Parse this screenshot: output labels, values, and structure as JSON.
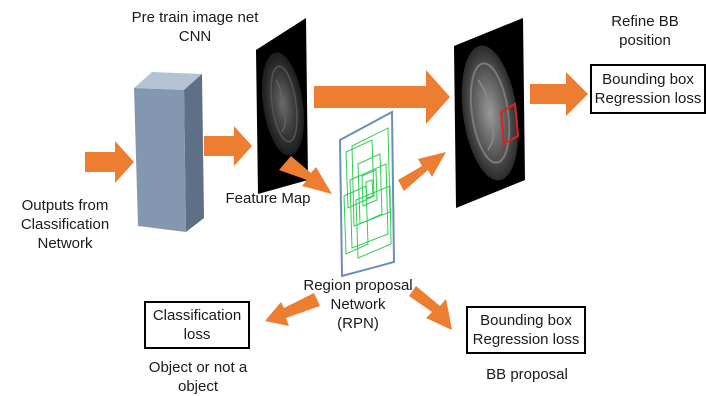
{
  "labels": {
    "pretrain_line1": "Pre train image net",
    "pretrain_line2": "CNN",
    "refine_line1": "Refine BB",
    "refine_line2": "position",
    "outputs_line1": "Outputs from",
    "outputs_line2": "Classification",
    "outputs_line3": "Network",
    "feature_map": "Feature Map",
    "rpn_line1": "Region proposal",
    "rpn_line2": "Network",
    "rpn_line3": "(RPN)",
    "object_line1": "Object or not a",
    "object_line2": "object",
    "bb_proposal": "BB proposal"
  },
  "boxes": {
    "bbox_top_line1": "Bounding box",
    "bbox_top_line2": "Regression loss",
    "classification_line1": "Classification",
    "classification_line2": "loss",
    "bbox_bottom_line1": "Bounding box",
    "bbox_bottom_line2": "Regression loss"
  },
  "colors": {
    "arrow": "#ed7d31",
    "cnn_face": "#8497b0",
    "cnn_side": "#5f6f86",
    "rpn_border": "#6a8fb5",
    "proposal_green": "#33cc55",
    "detection_red": "#e02020"
  }
}
